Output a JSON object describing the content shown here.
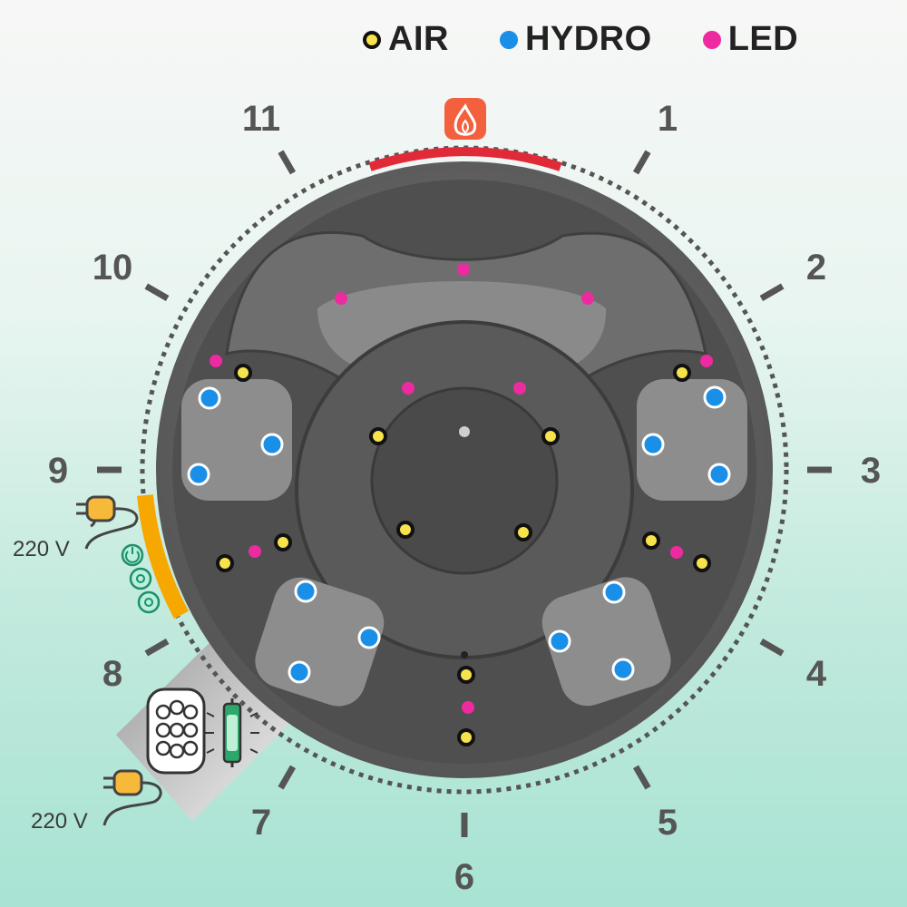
{
  "legend": [
    {
      "label": "AIR",
      "color": "#f7e34b"
    },
    {
      "label": "HYDRO",
      "color": "#1a8fe8"
    },
    {
      "label": "LED",
      "color": "#ee2aa1"
    }
  ],
  "clock_positions": [
    "1",
    "2",
    "3",
    "4",
    "5",
    "6",
    "7",
    "8",
    "9",
    "10",
    "11"
  ],
  "power": {
    "top_voltage": "220 V",
    "bottom_voltage": "220 V"
  },
  "icons": {
    "heater": "flame-icon",
    "power_plug": "plug-icon",
    "controls": [
      "power-button-icon",
      "control-knob-icon",
      "control-knob-icon"
    ],
    "filter": "filter-cartridge-icon",
    "uv_lamp": "uv-lamp-icon"
  },
  "colors": {
    "tub_shell": "#6b6b6b",
    "tub_interior": "#4d4d4d",
    "heater_arc": "#e02a38",
    "control_arc": "#f7a800",
    "ticks": "#555555"
  }
}
